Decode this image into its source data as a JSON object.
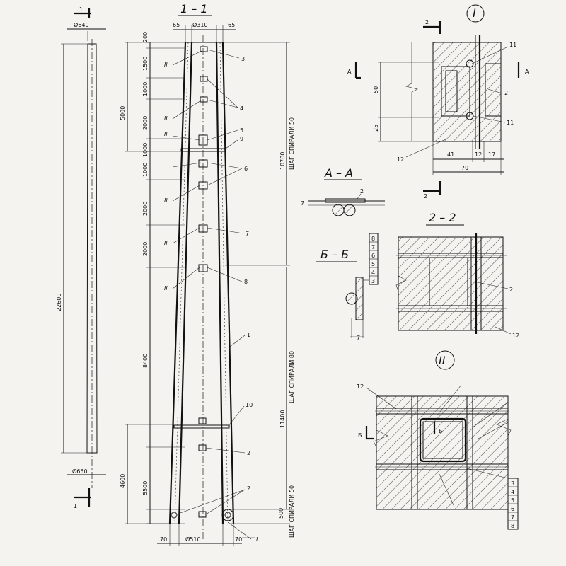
{
  "section_marks": {
    "section_1_1_left": "1",
    "section_1_1_bottom": "1",
    "section_title_1_1": "1 – 1",
    "section_2_top": "2",
    "section_2_bottom": "2",
    "title_A_A": "А – А",
    "title_2_2": "2 – 2",
    "title_6_6": "Б – Б",
    "detail_I": "I",
    "detail_II": "II",
    "mark_A": "А",
    "mark_B": "Б"
  },
  "left_pole": {
    "top_diameter": "Ø640",
    "bottom_diameter": "Ø650",
    "length": "22600"
  },
  "section_view": {
    "top_dims": [
      "65",
      "Ø310",
      "65"
    ],
    "bottom_dims": [
      "70",
      "Ø510",
      "70"
    ],
    "heights_left": [
      "200",
      "1500",
      "1000",
      "2000",
      "1000",
      "1000",
      "2000",
      "2000",
      "8400",
      "5500",
      "500"
    ],
    "group_5000": "5000",
    "group_4600": "4600",
    "height_right_upper": "10700",
    "height_right_lower": "11400",
    "spiral_pitch_50_top": "ШАГ СПИРАЛИ 50",
    "spiral_pitch_80": "ШАГ СПИРАЛИ 80",
    "spiral_pitch_50_bottom": "ШАГ СПИРАЛИ 50",
    "callouts": [
      "3",
      "4",
      "5",
      "9",
      "6",
      "7",
      "8",
      "1",
      "10",
      "2",
      "2"
    ],
    "detail_refs": [
      "II",
      "II",
      "II",
      "II",
      "II",
      "II",
      "I"
    ]
  },
  "detail_I_view": {
    "dims_vertical": [
      "50",
      "25"
    ],
    "dims_bottom": [
      "41",
      "12",
      "17",
      "70"
    ],
    "callouts": [
      "11",
      "2",
      "11",
      "12"
    ]
  },
  "detail_AA": {
    "callout": "2",
    "dim": "7"
  },
  "detail_BB": {
    "callout": "7",
    "table": [
      "8",
      "7",
      "6",
      "5",
      "4",
      "3"
    ]
  },
  "detail_22": {
    "callouts": [
      "2",
      "12"
    ]
  },
  "detail_II_view": {
    "callout_top": "12",
    "table": [
      "3",
      "4",
      "5",
      "6",
      "7",
      "8"
    ]
  }
}
